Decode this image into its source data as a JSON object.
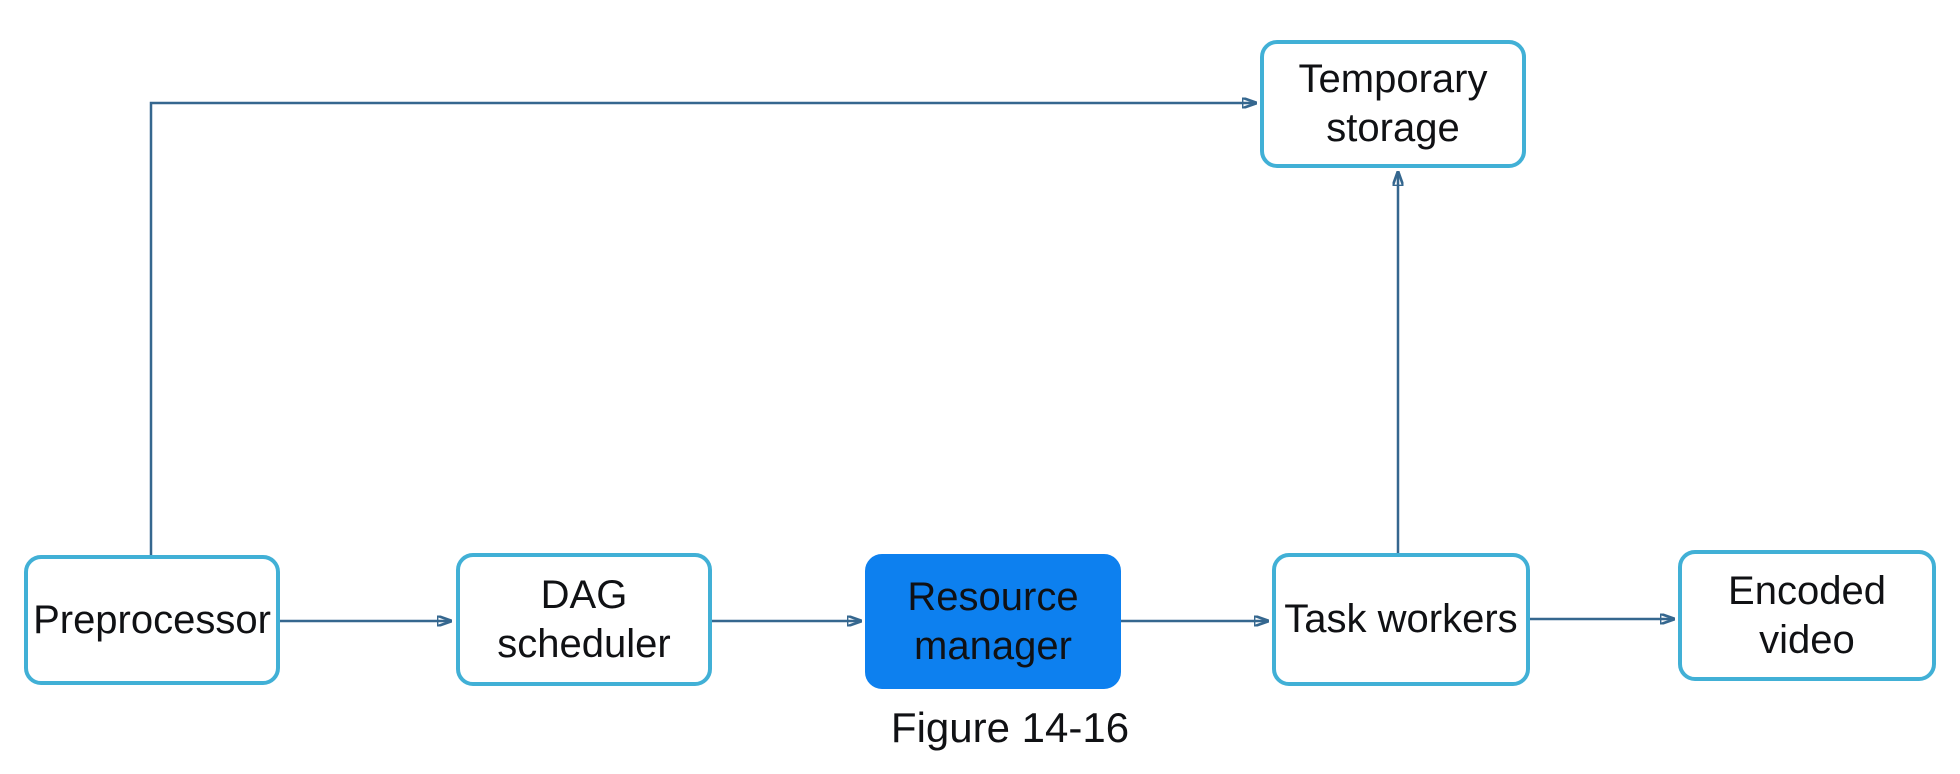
{
  "diagram": {
    "caption": "Figure 14-16",
    "colors": {
      "box_border": "#41b0d6",
      "box_fill": "#ffffff",
      "highlight_fill": "#0d80ef",
      "connector_line": "#35678f",
      "arrowhead": "#2e6da4",
      "text": "#101114"
    },
    "nodes": [
      {
        "id": "preprocessor",
        "label": "Preprocessor",
        "highlighted": false
      },
      {
        "id": "dag-scheduler",
        "label": "DAG\nscheduler",
        "highlighted": false
      },
      {
        "id": "resource-manager",
        "label": "Resource\nmanager",
        "highlighted": true
      },
      {
        "id": "task-workers",
        "label": "Task workers",
        "highlighted": false
      },
      {
        "id": "encoded-video",
        "label": "Encoded\nvideo",
        "highlighted": false
      },
      {
        "id": "temporary-storage",
        "label": "Temporary\nstorage",
        "highlighted": false
      }
    ],
    "edges": [
      {
        "from": "preprocessor",
        "to": "temporary-storage"
      },
      {
        "from": "preprocessor",
        "to": "dag-scheduler"
      },
      {
        "from": "dag-scheduler",
        "to": "resource-manager"
      },
      {
        "from": "resource-manager",
        "to": "task-workers"
      },
      {
        "from": "task-workers",
        "to": "encoded-video"
      },
      {
        "from": "task-workers",
        "to": "temporary-storage"
      }
    ]
  }
}
